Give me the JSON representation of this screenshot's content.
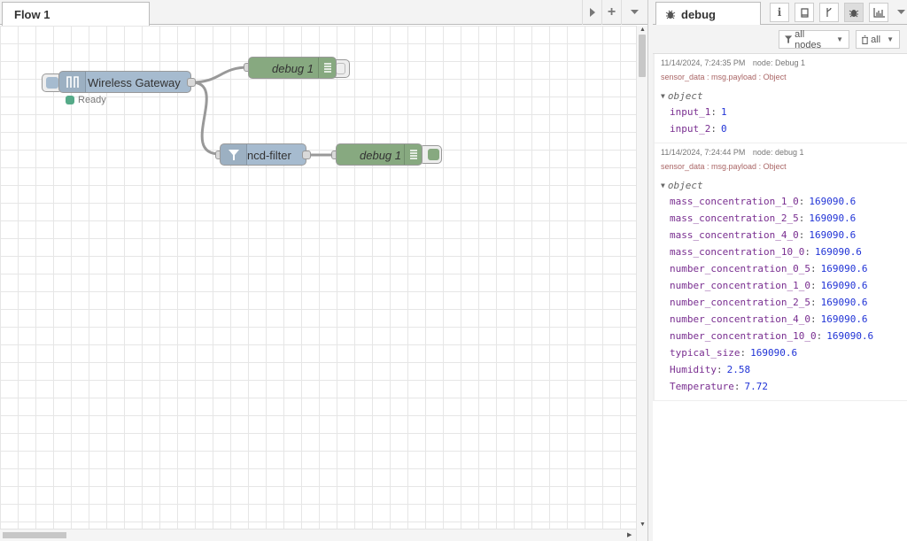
{
  "workspace": {
    "tab_label": "Flow 1",
    "nodes": {
      "gateway": {
        "label": "Wireless Gateway",
        "status": "Ready"
      },
      "debug_top": {
        "label": "debug 1"
      },
      "filter": {
        "label": "ncd-filter"
      },
      "debug_bottom": {
        "label": "debug 1"
      }
    }
  },
  "sidebar": {
    "tab_label": "debug",
    "filter_nodes_label": "all nodes",
    "clear_label": "all",
    "messages": [
      {
        "timestamp": "11/14/2024, 7:24:35 PM",
        "node": "node: Debug 1",
        "topic": "sensor_data : msg.payload : Object",
        "object_label": "object",
        "props": [
          {
            "key": "input_1",
            "value": "1"
          },
          {
            "key": "input_2",
            "value": "0"
          }
        ]
      },
      {
        "timestamp": "11/14/2024, 7:24:44 PM",
        "node": "node: debug 1",
        "topic": "sensor_data : msg.payload : Object",
        "object_label": "object",
        "props": [
          {
            "key": "mass_concentration_1_0",
            "value": "169090.6"
          },
          {
            "key": "mass_concentration_2_5",
            "value": "169090.6"
          },
          {
            "key": "mass_concentration_4_0",
            "value": "169090.6"
          },
          {
            "key": "mass_concentration_10_0",
            "value": "169090.6"
          },
          {
            "key": "number_concentration_0_5",
            "value": "169090.6"
          },
          {
            "key": "number_concentration_1_0",
            "value": "169090.6"
          },
          {
            "key": "number_concentration_2_5",
            "value": "169090.6"
          },
          {
            "key": "number_concentration_4_0",
            "value": "169090.6"
          },
          {
            "key": "number_concentration_10_0",
            "value": "169090.6"
          },
          {
            "key": "typical_size",
            "value": "169090.6"
          },
          {
            "key": "Humidity",
            "value": "2.58"
          },
          {
            "key": "Temperature",
            "value": "7.72"
          }
        ]
      }
    ]
  },
  "colors": {
    "gateway_node": "#a6bbcf",
    "debug_node": "#87a980",
    "status_ready": "#5a8",
    "prop_key": "#792e90",
    "prop_value": "#2033d6"
  }
}
